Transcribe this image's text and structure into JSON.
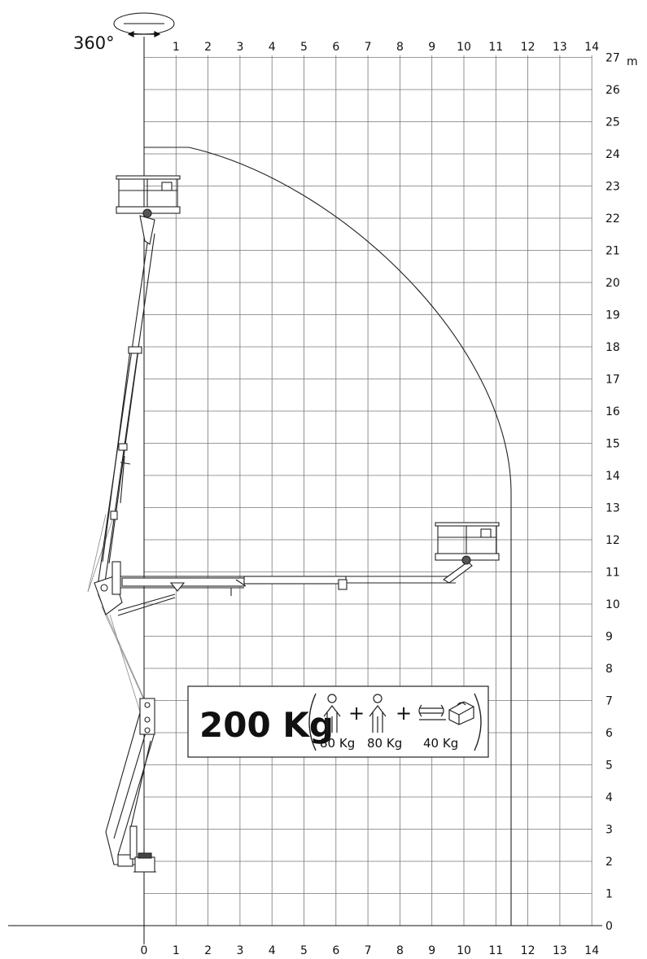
{
  "diagram": {
    "rotation_label": "360°",
    "height_unit": "m",
    "x_ticks": [
      "0",
      "1",
      "2",
      "3",
      "4",
      "5",
      "6",
      "7",
      "8",
      "9",
      "10",
      "11",
      "12",
      "13",
      "14"
    ],
    "y_ticks": [
      "0",
      "1",
      "2",
      "3",
      "4",
      "5",
      "6",
      "7",
      "8",
      "9",
      "10",
      "11",
      "12",
      "13",
      "14",
      "15",
      "16",
      "17",
      "18",
      "19",
      "20",
      "21",
      "22",
      "23",
      "24",
      "25",
      "26",
      "27"
    ],
    "max_height_m": 24.3,
    "max_outreach_m": 11.5,
    "load": {
      "total": "200 Kg",
      "person1": "80 Kg",
      "person2": "80 Kg",
      "tools": "40 Kg"
    }
  }
}
